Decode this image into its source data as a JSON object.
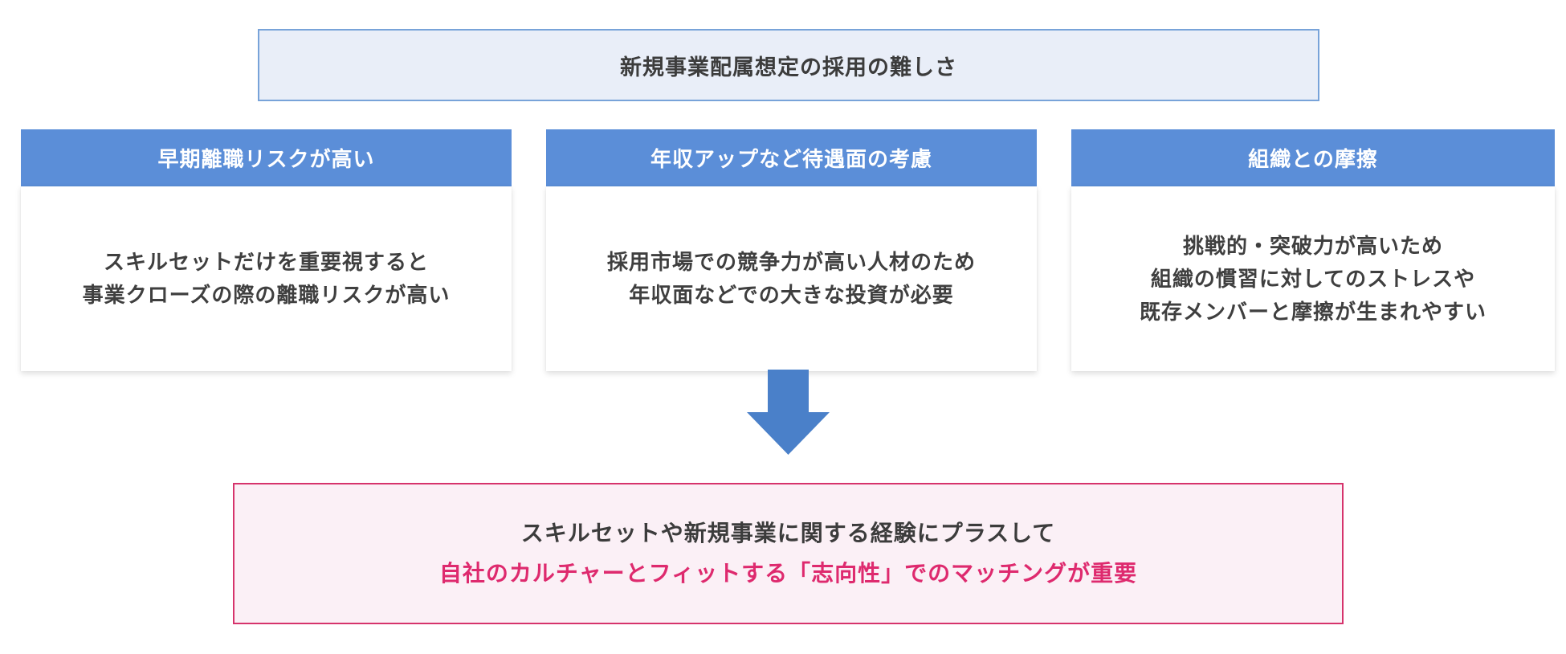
{
  "colors": {
    "card_header_blue": "#5B8ED8",
    "arrow_blue": "#4A80C9",
    "title_box_fill": "#E9EEF8",
    "title_box_border": "#78A3D9",
    "conclusion_fill": "#FBF0F6",
    "conclusion_border": "#D6336C",
    "conclusion_accent_text": "#DE2A6E",
    "body_text": "#3F3F3F",
    "header_text": "#FFFFFF"
  },
  "title": {
    "text": "新規事業配属想定の採用の難しさ"
  },
  "cards": [
    {
      "header": "早期離職リスクが高い",
      "body_lines": [
        "スキルセットだけを重要視すると",
        "事業クローズの際の離職リスクが高い"
      ]
    },
    {
      "header": "年収アップなど待遇面の考慮",
      "body_lines": [
        "採用市場での競争力が高い人材のため",
        "年収面などでの大きな投資が必要"
      ]
    },
    {
      "header": "組織との摩擦",
      "body_lines": [
        "挑戦的・突破力が高いため",
        "組織の慣習に対してのストレスや",
        "既存メンバーと摩擦が生まれやすい"
      ]
    }
  ],
  "arrow": {
    "icon": "down-arrow-icon"
  },
  "conclusion": {
    "line1": "スキルセットや新規事業に関する経験にプラスして",
    "line2": "自社のカルチャーとフィットする「志向性」でのマッチングが重要"
  }
}
